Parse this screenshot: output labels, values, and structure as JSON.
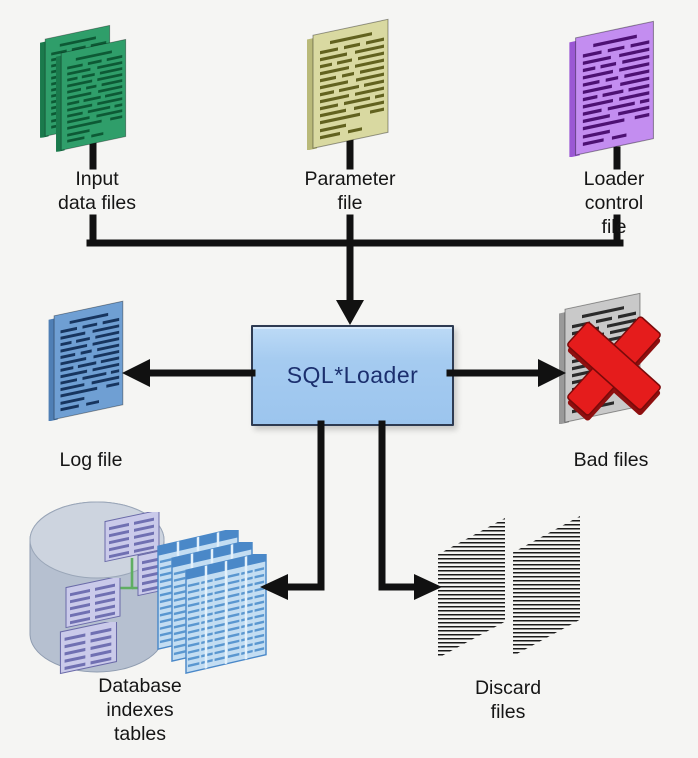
{
  "nodes": {
    "input_data_files": {
      "label": "Input\ndata files"
    },
    "parameter_file": {
      "label": "Parameter\nfile"
    },
    "loader_control_file": {
      "label": "Loader\ncontrol file"
    },
    "sql_loader": {
      "label": "SQL*Loader"
    },
    "log_file": {
      "label": "Log file"
    },
    "bad_files": {
      "label": "Bad files"
    },
    "database": {
      "label": "Database\nindexes\ntables"
    },
    "discard_files": {
      "label": "Discard\nfiles"
    }
  },
  "colors": {
    "background": "#f5f5f3",
    "line": "#111111",
    "input-doc": "#2f9e6a",
    "input-doc-dark": "#0d5a35",
    "input-doc-spine": "#1a7a4c",
    "param-doc": "#d9d9a1",
    "param-doc-dark": "#62621f",
    "param-doc-spine": "#b9b979",
    "control-doc": "#c38df0",
    "control-doc-dark": "#4d1173",
    "control-doc-spine": "#9a57d4",
    "log-doc": "#6f9fd3",
    "log-doc-dark": "#17355f",
    "log-doc-spine": "#4f7fb5",
    "bad-doc": "#c9c9c9",
    "bad-doc-dark": "#2b2b2b",
    "bad-doc-spine": "#9a9a9a",
    "red-x": "#e51c1c",
    "box-fill": "#a5cbf0",
    "box-border": "#2e3b52",
    "box-text": "#1b2f6e",
    "cylinder": "#b6c0d0",
    "cylinder-top": "#cdd4df",
    "index-grid": "#cacaea",
    "index-stripe": "#7070b2",
    "tree-line": "#5fae62",
    "table-fill": "#c3ddf2",
    "table-stripe": "#5a97d0",
    "table-head": "#4a88c8",
    "discard-stripe": "#1a1a1a",
    "label-text": "#151515"
  }
}
